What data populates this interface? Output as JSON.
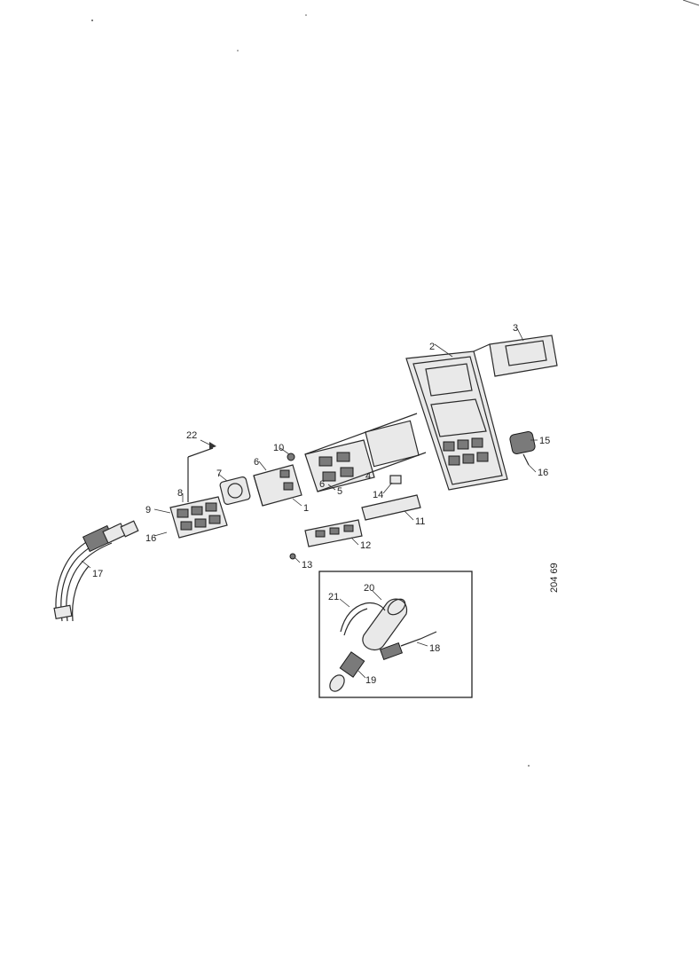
{
  "drawing": {
    "reference_number": "204 69",
    "callouts": {
      "c1": "1",
      "c2": "2",
      "c3": "3",
      "c4": "4",
      "c5": "5",
      "c6": "6",
      "c7": "7",
      "c8": "8",
      "c9": "9",
      "c10": "10",
      "c11": "11",
      "c12": "12",
      "c13": "13",
      "c14": "14",
      "c15": "15",
      "c16": "16",
      "c17": "17",
      "c18": "18",
      "c19": "19",
      "c22": "22"
    },
    "inset_callouts": {
      "i20": "20",
      "i21": "21",
      "i18": "18",
      "i19": "19"
    }
  }
}
